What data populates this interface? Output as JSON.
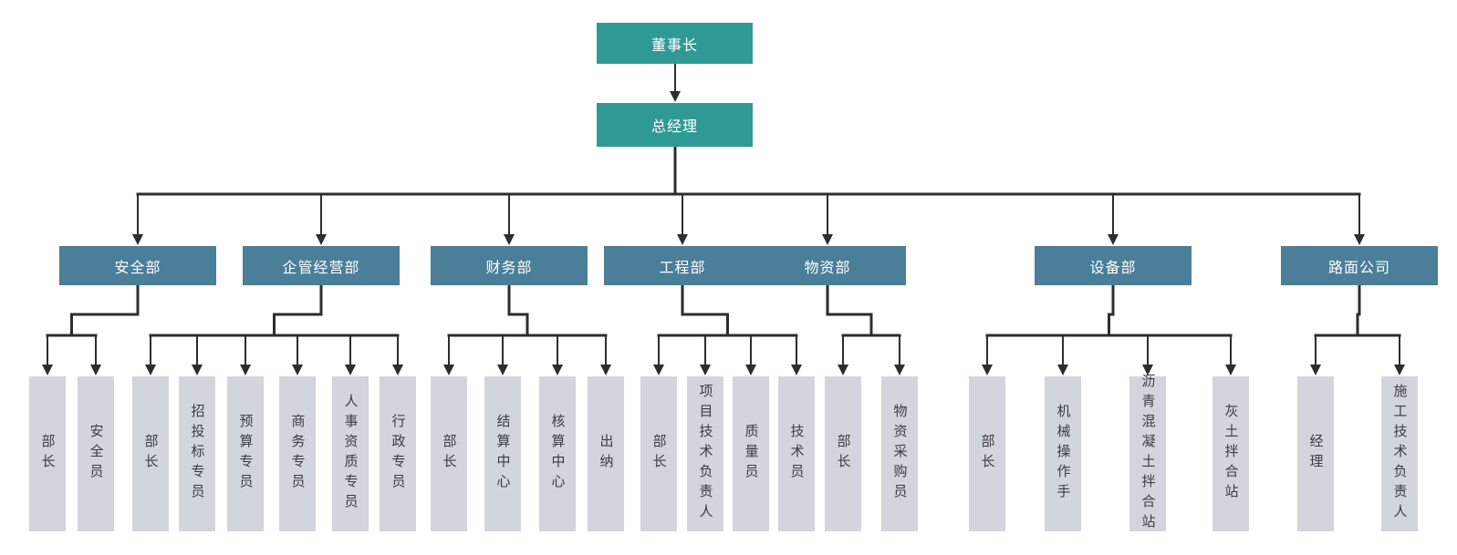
{
  "page": {
    "background": "#ffffff"
  },
  "chart": {
    "type": "org-chart",
    "root": {
      "label": "董事长"
    },
    "executive": {
      "label": "总经理"
    },
    "departments": [
      {
        "label": "安全部",
        "children": [
          "部长",
          "安全员"
        ]
      },
      {
        "label": "企管经营部",
        "children": [
          "部长",
          "招投标专员",
          "预算专员",
          "商务专员",
          "人事资质专员",
          "行政专员"
        ]
      },
      {
        "label": "财务部",
        "children": [
          "部长",
          "结算中心",
          "核算中心",
          "出纳"
        ]
      },
      {
        "label": "工程部",
        "children": [
          "部长",
          "项目技术负责人",
          "质量员",
          "技术员"
        ]
      },
      {
        "label": "物资部",
        "children": [
          "部长",
          "物资采购员"
        ]
      },
      {
        "label": "设备部",
        "children": [
          "部长",
          "机械操作手",
          "沥青混凝土拌合站",
          "灰土拌合站"
        ]
      },
      {
        "label": "路面公司",
        "children": [
          "经理",
          "施工技术负责人"
        ]
      }
    ],
    "colors": {
      "executive_box": "#2f9a94",
      "department_box": "#4a7e99",
      "leaf_box": "#d2d5dc",
      "leaf_text": "#3c3c42",
      "box_text": "#ffffff",
      "connector": "#2d2d2d"
    }
  }
}
